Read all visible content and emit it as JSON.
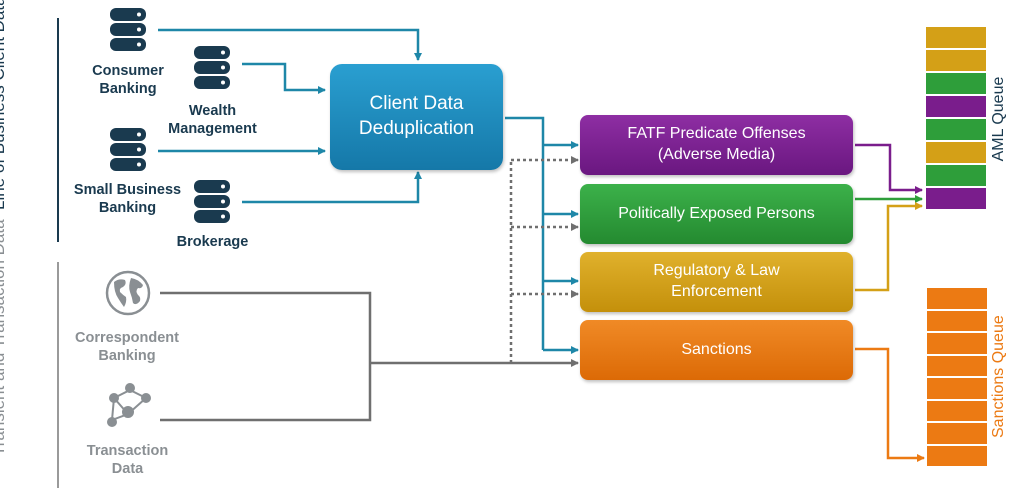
{
  "groups": {
    "lob": "Line of Business Client Data",
    "transient": "Transient and Transaction Data"
  },
  "sources": {
    "consumer": "Consumer Banking",
    "wealth": "Wealth Management",
    "small_business": "Small Business Banking",
    "brokerage": "Brokerage",
    "correspondent": "Correspondent Banking",
    "transaction": "Transaction Data"
  },
  "dedup": {
    "label": "Client Data Deduplication"
  },
  "categories": {
    "fatf": "FATF Predicate Offenses (Adverse Media)",
    "pep": "Politically Exposed Persons",
    "regulatory": "Regulatory & Law Enforcement",
    "sanctions": "Sanctions"
  },
  "queues": {
    "aml": "AML Queue",
    "sanctions": "Sanctions Queue"
  },
  "colors": {
    "navy": "#1a3a4f",
    "teal_arrow": "#1e87a8",
    "dedup": "#1f8fc0",
    "fatf": "#7a1d8c",
    "pep": "#2e9e3a",
    "regulatory": "#d4a017",
    "sanctions": "#ec7a13",
    "grey": "#8a8f93"
  },
  "icons": {
    "database": "database-icon",
    "globe": "globe-icon",
    "network": "network-icon"
  }
}
